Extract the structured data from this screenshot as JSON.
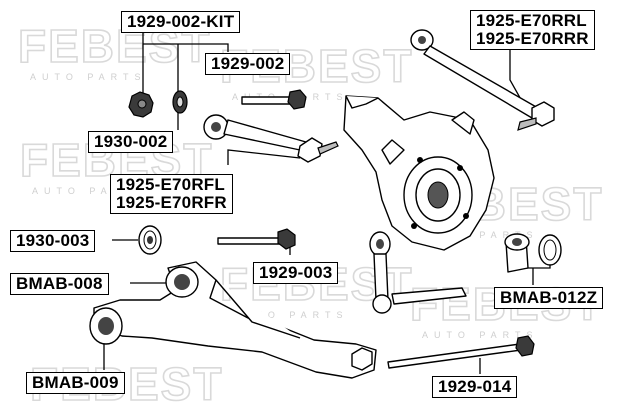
{
  "watermark": {
    "brand": "FEBEST",
    "tagline": "AUTO PARTS"
  },
  "callouts": {
    "kit_1929_002": "1929-002-KIT",
    "bolt_1929_002": "1929-002",
    "bushing_1930_002": "1930-002",
    "arm_front": [
      "1925-E70RFL",
      "1925-E70RFR"
    ],
    "arm_rear": [
      "1925-E70RRL",
      "1925-E70RRR"
    ],
    "bushing_1930_003": "1930-003",
    "bolt_1929_003": "1929-003",
    "bmab_008": "BMAB-008",
    "bmab_009": "BMAB-009",
    "bmab_012z": "BMAB-012Z",
    "bolt_1929_014": "1929-014"
  }
}
